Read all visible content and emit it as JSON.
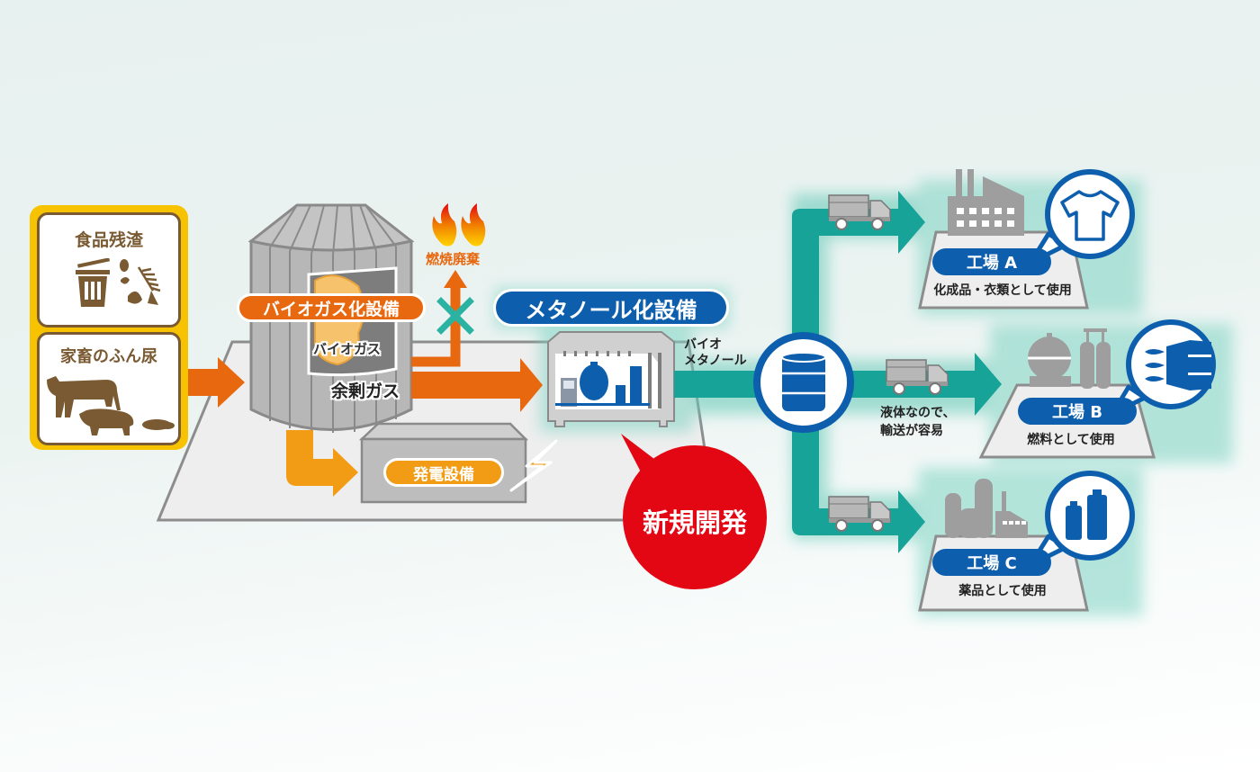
{
  "colors": {
    "teal": "#17a398",
    "orange_dark": "#e8680f",
    "orange_light": "#f29b14",
    "blue": "#0d5fae",
    "red": "#e30613",
    "brown": "#7a5a32",
    "yellow_frame": "#f7c300",
    "gray": "#a9a9a9"
  },
  "inputs": {
    "food_waste": {
      "label": "食品残渣",
      "icons": [
        "trash-can-icon",
        "food-scraps-icon"
      ]
    },
    "livestock_manure": {
      "label": "家畜のふん尿",
      "icons": [
        "cow-icon",
        "pig-icon",
        "manure-icon"
      ]
    }
  },
  "biogas_facility": {
    "label": "バイオガス化設備",
    "biogas_label": "バイオガス",
    "surplus_gas_label": "余剰ガス"
  },
  "combustion": {
    "label": "燃焼廃棄",
    "status": "cancelled"
  },
  "power_facility": {
    "label": "発電設備"
  },
  "methanol_facility": {
    "label": "メタノール化設備",
    "output_label_line1": "バイオ",
    "output_label_line2": "メタノール"
  },
  "new_development_badge": {
    "label": "新規開発"
  },
  "transport_note": {
    "line1": "液体なので、",
    "line2": "輸送が容易"
  },
  "factories": [
    {
      "id": "A",
      "name": "工場 A",
      "usage": "化成品・衣類として使用",
      "icon": "t-shirt-icon"
    },
    {
      "id": "B",
      "name": "工場 B",
      "usage": "燃料として使用",
      "icon": "rocket-flame-icon"
    },
    {
      "id": "C",
      "name": "工場 C",
      "usage": "薬品として使用",
      "icon": "medicine-bottles-icon"
    }
  ]
}
